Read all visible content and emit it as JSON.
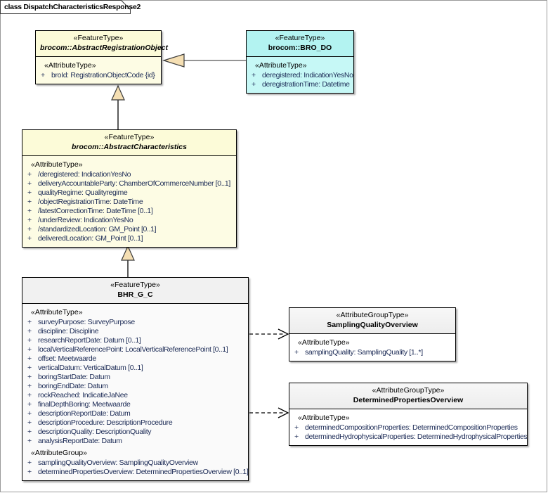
{
  "frame": {
    "title": "class DispatchCharacteristicsResponse2"
  },
  "labels": {
    "attribute_type": "«AttributeType»",
    "attribute_group": "«AttributeGroup»",
    "visibility_public": "+"
  },
  "classes": [
    {
      "id": "abstract-registration-object",
      "stereotype": "«FeatureType»",
      "name": "brocom::AbstractRegistrationObject",
      "abstract": true,
      "palette": "#fcfbd8",
      "compartments": [
        {
          "label": "«AttributeType»",
          "attributes": [
            {
              "vis": "+",
              "text": "broId: RegistrationObjectCode {id}"
            }
          ]
        }
      ]
    },
    {
      "id": "bro-do",
      "stereotype": "«FeatureType»",
      "name": "brocom::BRO_DO",
      "abstract": false,
      "palette": "#bdf6f4",
      "compartments": [
        {
          "label": "«AttributeType»",
          "attributes": [
            {
              "vis": "+",
              "text": "deregistered: IndicationYesNo"
            },
            {
              "vis": "+",
              "text": "deregistrationTime: Datetime"
            }
          ]
        }
      ]
    },
    {
      "id": "abstract-characteristics",
      "stereotype": "«FeatureType»",
      "name": "brocom::AbstractCharacteristics",
      "abstract": true,
      "palette": "#fcfbd8",
      "compartments": [
        {
          "label": "«AttributeType»",
          "attributes": [
            {
              "vis": "+",
              "text": "/deregistered: IndicationYesNo"
            },
            {
              "vis": "+",
              "text": "deliveryAccountableParty: ChamberOfCommerceNumber [0..1]"
            },
            {
              "vis": "+",
              "text": "qualityRegime: Qualityregime"
            },
            {
              "vis": "+",
              "text": "/objectRegistrationTime: DateTime"
            },
            {
              "vis": "+",
              "text": "/latestCorrectionTime: DateTime [0..1]"
            },
            {
              "vis": "+",
              "text": "/underReview: IndicationYesNo"
            },
            {
              "vis": "+",
              "text": "/standardizedLocation: GM_Point [0..1]"
            },
            {
              "vis": "+",
              "text": "deliveredLocation: GM_Point [0..1]"
            }
          ]
        }
      ]
    },
    {
      "id": "bhr-g-c",
      "stereotype": "«FeatureType»",
      "name": "BHR_G_C",
      "abstract": false,
      "palette": "#f1f1f1",
      "compartments": [
        {
          "label": "«AttributeType»",
          "attributes": [
            {
              "vis": "+",
              "text": "surveyPurpose: SurveyPurpose"
            },
            {
              "vis": "+",
              "text": "discipline: Discipline"
            },
            {
              "vis": "+",
              "text": "researchReportDate: Datum [0..1]"
            },
            {
              "vis": "+",
              "text": "localVerticalReferencePoint: LocalVerticalReferencePoint [0..1]"
            },
            {
              "vis": "+",
              "text": "offset: Meetwaarde"
            },
            {
              "vis": "+",
              "text": "verticalDatum: VerticalDatum [0..1]"
            },
            {
              "vis": "+",
              "text": "boringStartDate: Datum"
            },
            {
              "vis": "+",
              "text": "boringEndDate: Datum"
            },
            {
              "vis": "+",
              "text": "rockReached: IndicatieJaNee"
            },
            {
              "vis": "+",
              "text": "finalDepthBoring: Meetwaarde"
            },
            {
              "vis": "+",
              "text": "descriptionReportDate: Datum"
            },
            {
              "vis": "+",
              "text": "descriptionProcedure: DescriptionProcedure"
            },
            {
              "vis": "+",
              "text": "descriptionQuality: DescriptionQuality"
            },
            {
              "vis": "+",
              "text": "analysisReportDate: Datum"
            }
          ]
        },
        {
          "label": "«AttributeGroup»",
          "attributes": [
            {
              "vis": "+",
              "text": "samplingQualityOverview: SamplingQualityOverview"
            },
            {
              "vis": "+",
              "text": "determinedPropertiesOverview: DeterminedPropertiesOverview [0..1]"
            }
          ]
        }
      ]
    },
    {
      "id": "sampling-quality-overview",
      "stereotype": "«AttributeGroupType»",
      "name": "SamplingQualityOverview",
      "abstract": false,
      "palette": "#ffffff",
      "compartments": [
        {
          "label": "«AttributeType»",
          "attributes": [
            {
              "vis": "+",
              "text": "samplingQuality: SamplingQuality [1..*]"
            }
          ]
        }
      ]
    },
    {
      "id": "determined-properties-overview",
      "stereotype": "«AttributeGroupType»",
      "name": "DeterminedPropertiesOverview",
      "abstract": false,
      "palette": "#ffffff",
      "compartments": [
        {
          "label": "«AttributeType»",
          "attributes": [
            {
              "vis": "+",
              "text": "determinedCompositionProperties: DeterminedCompositionProperties"
            },
            {
              "vis": "+",
              "text": "determinedHydrophysicalProperties: DeterminedHydrophysicalProperties"
            }
          ]
        }
      ]
    }
  ],
  "connectors": [
    {
      "id": "gen-brodo-to-aro",
      "type": "generalization",
      "from": "bro-do",
      "to": "abstract-registration-object"
    },
    {
      "id": "gen-ac-to-aro",
      "type": "generalization",
      "from": "abstract-characteristics",
      "to": "abstract-registration-object"
    },
    {
      "id": "gen-bhr-to-ac",
      "type": "generalization",
      "from": "bhr-g-c",
      "to": "abstract-characteristics"
    },
    {
      "id": "dep-bhr-to-sqo",
      "type": "dependency",
      "from": "bhr-g-c",
      "to": "sampling-quality-overview"
    },
    {
      "id": "dep-bhr-to-dpo",
      "type": "dependency",
      "from": "bhr-g-c",
      "to": "determined-properties-overview"
    }
  ],
  "colors": {
    "feature_type_fill": "#fcfbd8",
    "bro_do_fill": "#bdf6f4",
    "focus_header_fill": "#f1f1f1",
    "attribute_text": "#1b2a55",
    "border": "#000000",
    "generalization_arrow_fill": "#f5dfb3"
  }
}
